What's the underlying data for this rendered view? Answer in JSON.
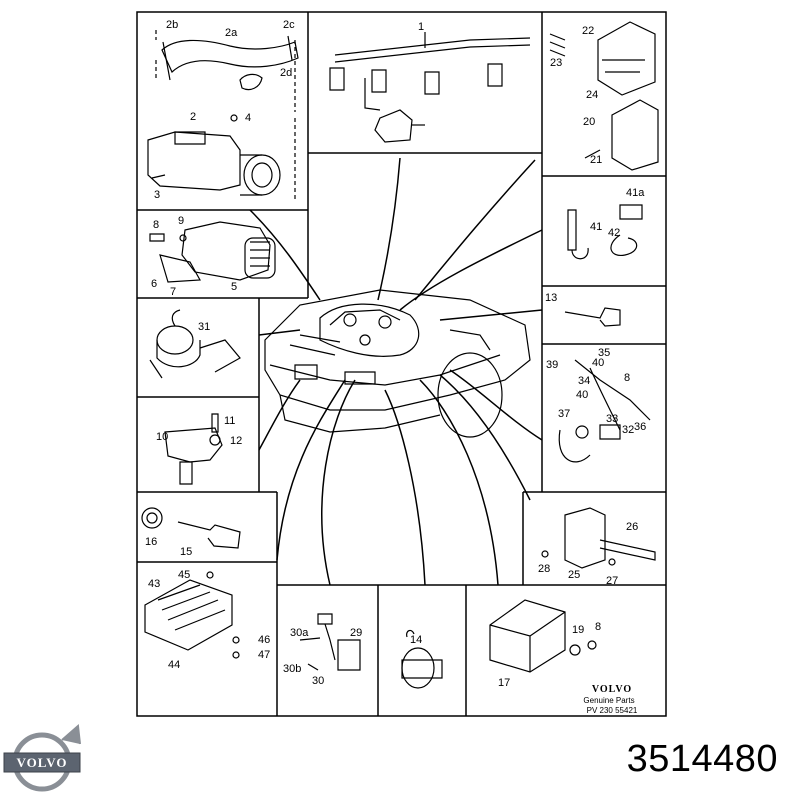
{
  "part_number": "3514480",
  "brand_logo_text": "VOLVO",
  "stamp": {
    "brand": "VOLVO",
    "line1": "Genuine Parts",
    "line2": "PV 230  55421"
  },
  "labels": {
    "p1": "1",
    "p2": "2",
    "p2a": "2a",
    "p2b": "2b",
    "p2c": "2c",
    "p2d": "2d",
    "p3": "3",
    "p4": "4",
    "p5": "5",
    "p6": "6",
    "p7": "7",
    "p8": "8",
    "p9": "9",
    "p10": "10",
    "p11": "11",
    "p12": "12",
    "p13": "13",
    "p14": "14",
    "p15": "15",
    "p16": "16",
    "p17": "17",
    "p18": "8",
    "p19": "19",
    "p20": "20",
    "p21": "21",
    "p22": "22",
    "p23": "23",
    "p24": "24",
    "p25": "25",
    "p26": "26",
    "p27": "27",
    "p28": "28",
    "p29": "29",
    "p30": "30",
    "p30a": "30a",
    "p30b": "30b",
    "p31": "31",
    "p32": "32",
    "p33": "33",
    "p34": "34",
    "p35": "35",
    "p36": "36",
    "p37": "37",
    "p38": "8",
    "p39": "39",
    "p40a": "40",
    "p40b": "40",
    "p41": "41",
    "p41a": "41a",
    "p42": "42",
    "p43": "43",
    "p44": "44",
    "p45": "45",
    "p46": "46",
    "p47": "47"
  }
}
